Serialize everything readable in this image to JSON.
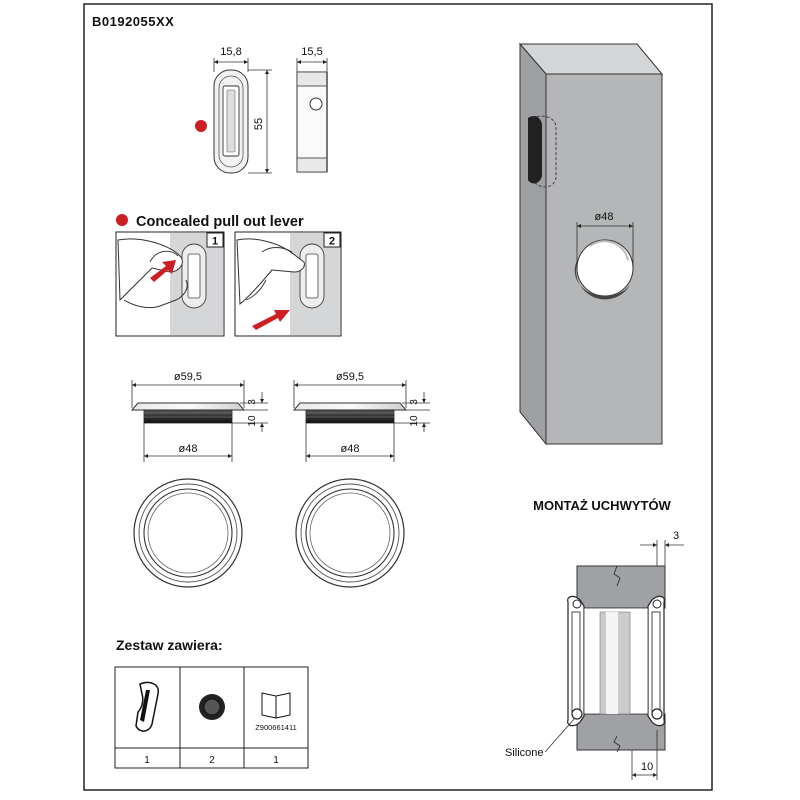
{
  "title": {
    "code": "B0192055XX"
  },
  "handle": {
    "dim_width": "15,8",
    "dim_depth": "15,5",
    "dim_height": "55"
  },
  "concealed": {
    "label": "Concealed pull out lever",
    "step1": "1",
    "step2": "2"
  },
  "ring_left": {
    "dim_outer": "ø59,5",
    "dim_inner": "ø48",
    "dim_3": "3",
    "dim_10": "10"
  },
  "ring_right": {
    "dim_outer": "ø59,5",
    "dim_inner": "ø48",
    "dim_3": "3",
    "dim_10": "10"
  },
  "door": {
    "dim_hole": "ø48"
  },
  "mounting": {
    "title": "MONTAŻ UCHWYTÓW",
    "dim_3": "3",
    "dim_10": "10",
    "silicone": "Silicone"
  },
  "kit": {
    "title": "Zestaw zawiera:",
    "manual_code": "Z900661411",
    "quantities": [
      "1",
      "2",
      "1"
    ]
  },
  "colors": {
    "accent_red": "#cc1f24",
    "door_grey": "#b4b6b8",
    "border": "#222222"
  }
}
